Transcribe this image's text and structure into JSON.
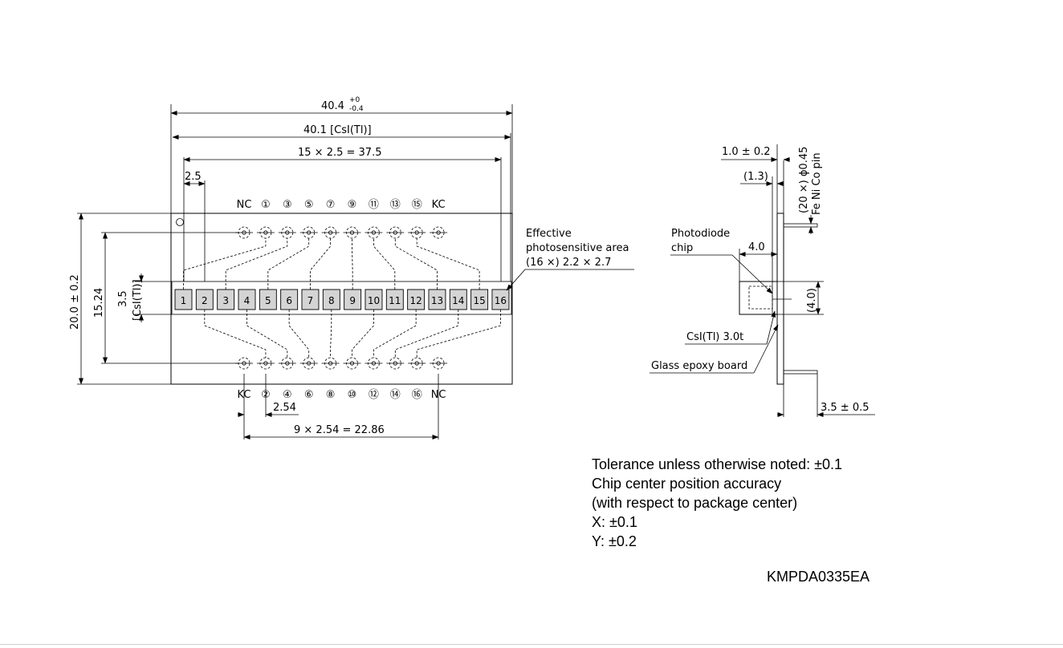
{
  "front_view": {
    "overall_width": "40.4",
    "overall_width_tol_upper": "+0",
    "overall_width_tol_lower": "-0.4",
    "scintillator_width": "40.1 [CsI(Tl)]",
    "element_span": "15 × 2.5 = 37.5",
    "pitch": "2.5",
    "height": "20.0 ± 0.2",
    "pin_row_spacing": "15.24",
    "scintillator_height": "3.5",
    "scintillator_height_label": "[CsI(Tl)]",
    "effective_area_line1": "Effective",
    "effective_area_line2": "photosensitive area",
    "effective_area_line3": "(16 ×) 2.2 × 2.7",
    "pin_pitch": "2.54",
    "pin_span": "9 × 2.54 = 22.86",
    "elements": [
      "1",
      "2",
      "3",
      "4",
      "5",
      "6",
      "7",
      "8",
      "9",
      "10",
      "11",
      "12",
      "13",
      "14",
      "15",
      "16"
    ],
    "top_pins": [
      "NC",
      "①",
      "③",
      "⑤",
      "⑦",
      "⑨",
      "⑪",
      "⑬",
      "⑮",
      "KC"
    ],
    "bottom_pins": [
      "KC",
      "②",
      "④",
      "⑥",
      "⑧",
      "⑩",
      "⑫",
      "⑭",
      "⑯",
      "NC"
    ]
  },
  "side_view": {
    "board_thickness": "1.0 ± 0.2",
    "pin_offset": "(1.3)",
    "pin_spec_line1": "(20 ×) ϕ0.45",
    "pin_spec_line2": "Fe Ni Co pin",
    "photodiode_line1": "Photodiode",
    "photodiode_line2": "chip",
    "chip_depth": "4.0",
    "chip_height": "(4.0)",
    "scintillator_label": "CsI(Tl) 3.0t",
    "board_label": "Glass epoxy board",
    "pin_length": "3.5 ± 0.5"
  },
  "notes": [
    "Tolerance unless otherwise noted: ±0.1",
    "Chip center position accuracy",
    "(with respect to package center)",
    "X: ±0.1",
    "Y: ±0.2"
  ],
  "drawing_code": "KMPDA0335EA"
}
